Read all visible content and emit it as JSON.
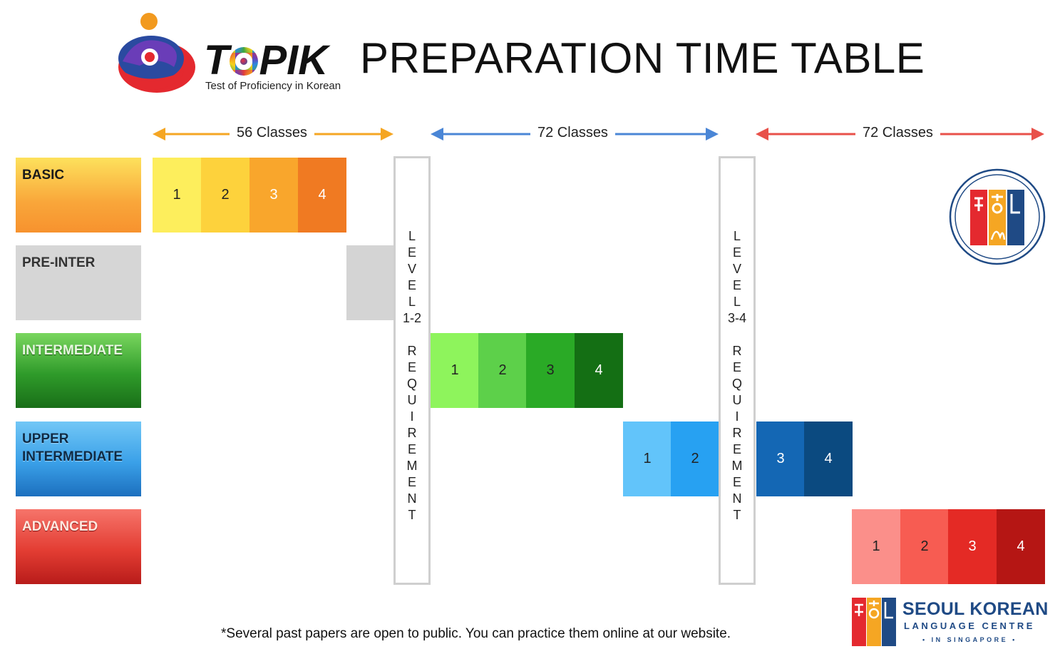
{
  "header": {
    "logo_word": "TOPIK",
    "logo_subtitle": "Test of Proficiency in Korean",
    "title": "PREPARATION TIME TABLE"
  },
  "spans": [
    {
      "label": "56 Classes",
      "color": "#f5a623"
    },
    {
      "label": "72 Classes",
      "color": "#4a86d6"
    },
    {
      "label": "72 Classes",
      "color": "#e8514a"
    }
  ],
  "levels": [
    {
      "label": "BASIC"
    },
    {
      "label": "PRE-INTER"
    },
    {
      "label": "INTERMEDIATE"
    },
    {
      "label": "UPPER\nINTERMEDIATE",
      "line1": "UPPER",
      "line2": "INTERMEDIATE"
    },
    {
      "label": "ADVANCED"
    }
  ],
  "blocks": {
    "basic": [
      "1",
      "2",
      "3",
      "4"
    ],
    "intermediate": [
      "1",
      "2",
      "3",
      "4"
    ],
    "upper": [
      "1",
      "2",
      "3",
      "4"
    ],
    "advanced": [
      "1",
      "2",
      "3",
      "4"
    ]
  },
  "requirements": [
    {
      "word1": [
        "L",
        "E",
        "V",
        "E",
        "L"
      ],
      "range": "1-2",
      "word2": [
        "R",
        "E",
        "Q",
        "U",
        "I",
        "R",
        "E",
        "M",
        "E",
        "N",
        "T"
      ]
    },
    {
      "word1": [
        "L",
        "E",
        "V",
        "E",
        "L"
      ],
      "range": "3-4",
      "word2": [
        "R",
        "E",
        "Q",
        "U",
        "I",
        "R",
        "E",
        "M",
        "E",
        "N",
        "T"
      ]
    }
  ],
  "colors": {
    "basic": [
      "#fdee5c",
      "#fdd23c",
      "#f9a62c",
      "#f07a22"
    ],
    "pre_inter": "#d4d4d4",
    "intermediate": [
      "#8ef45c",
      "#5dd04a",
      "#2aaa26",
      "#146f14"
    ],
    "upper": [
      "#62c4fa",
      "#27a1f2",
      "#1467b4",
      "#0b4a80"
    ],
    "advanced": [
      "#fb8f8a",
      "#f75c52",
      "#e42a25",
      "#b51614"
    ]
  },
  "footnote": "*Several past papers are open to public. You can practice them online at our website.",
  "school": {
    "name": "SEOUL KOREAN",
    "subtitle": "LANGUAGE CENTRE",
    "location": "• IN SINGAPORE •"
  }
}
